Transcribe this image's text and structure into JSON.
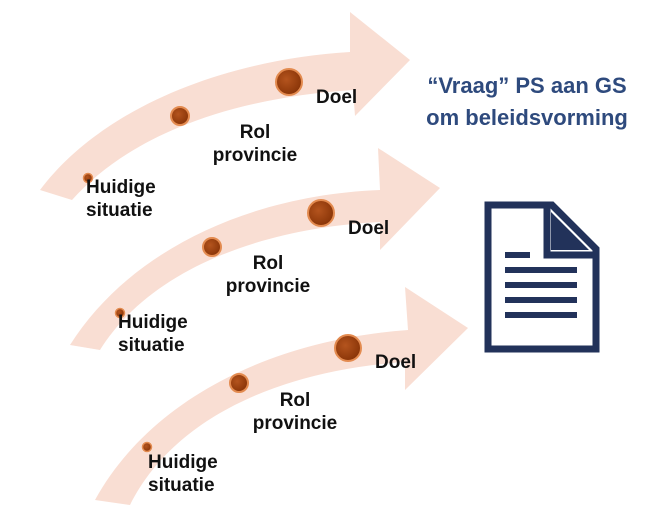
{
  "title": {
    "line1": "“Vraag” PS aan GS",
    "line2": "om beleidsvorming"
  },
  "arrows": [
    {
      "start": [
        "Huidige",
        "situatie"
      ],
      "middle": [
        "Rol",
        "provincie"
      ],
      "end": "Doel"
    },
    {
      "start": [
        "Huidige",
        "situatie"
      ],
      "middle": [
        "Rol",
        "provincie"
      ],
      "end": "Doel"
    },
    {
      "start": [
        "Huidige",
        "situatie"
      ],
      "middle": [
        "Rol",
        "provincie"
      ],
      "end": "Doel"
    }
  ],
  "colors": {
    "arrow_fill": "#F9DED3",
    "dot_fill": "#A0420F",
    "dot_stroke": "#E38B50",
    "title_text": "#2E4A7D",
    "document_icon": "#22325A"
  },
  "icons": [
    "document-icon"
  ]
}
